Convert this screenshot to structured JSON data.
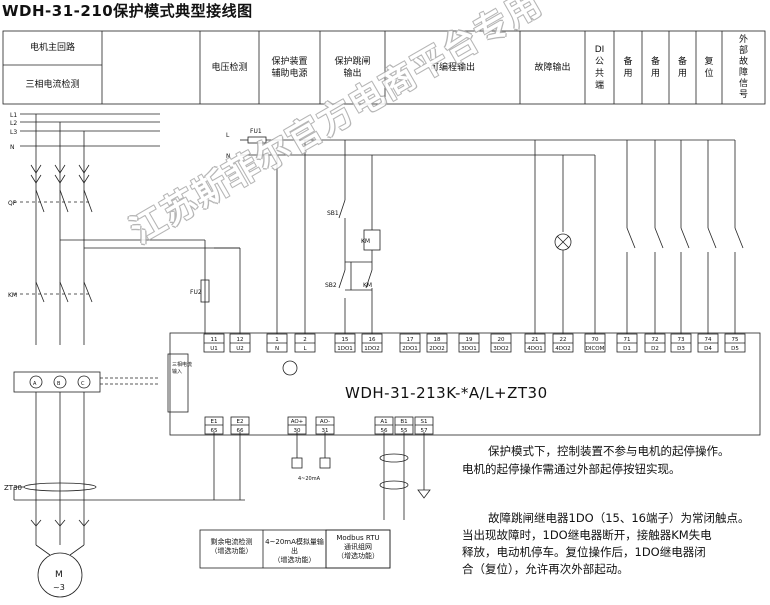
{
  "title": "WDH-31-210保护模式典型接线图",
  "header": {
    "main_circuit": "电机主回路",
    "current_detect": "三相电流检测",
    "voltage_detect": "电压检测",
    "aux_power": [
      "保护装置",
      "辅助电源"
    ],
    "trip_output": [
      "保护跳闸",
      "输出"
    ],
    "prog_output": "可编程输出",
    "fault_output": "故障输出",
    "di_common": [
      "DI",
      "公",
      "共",
      "端"
    ],
    "spare1": [
      "备",
      "用"
    ],
    "spare2": [
      "备",
      "用"
    ],
    "spare3": [
      "备",
      "用"
    ],
    "reset": [
      "复",
      "位"
    ],
    "ext_fault": [
      "外",
      "部",
      "故",
      "障",
      "信",
      "号"
    ]
  },
  "lines": [
    "L1",
    "L2",
    "L3",
    "N"
  ],
  "supply": {
    "L": "L",
    "N": "N",
    "fuse1": "FU1",
    "fuse2": "FU2"
  },
  "components": {
    "qf": "QF",
    "km": "KM",
    "sb1": "SB1",
    "sb2": "SB2",
    "km_coil": "KM",
    "km_contact": "KM",
    "zt30": "ZT30",
    "motor": [
      "M",
      "~3"
    ],
    "ct_phases": [
      "A",
      "B",
      "C"
    ]
  },
  "current_input_label": [
    "三相电流",
    "输入"
  ],
  "terminals_top": [
    {
      "num": "11",
      "name": "U1"
    },
    {
      "num": "12",
      "name": "U2"
    },
    {
      "num": "1",
      "name": "N"
    },
    {
      "num": "2",
      "name": "L"
    },
    {
      "num": "15",
      "name": "1DO1"
    },
    {
      "num": "16",
      "name": "1DO2"
    },
    {
      "num": "17",
      "name": "2DO1"
    },
    {
      "num": "18",
      "name": "2DO2"
    },
    {
      "num": "19",
      "name": "3DO1"
    },
    {
      "num": "20",
      "name": "3DO2"
    },
    {
      "num": "21",
      "name": "4DO1"
    },
    {
      "num": "22",
      "name": "4DO2"
    },
    {
      "num": "70",
      "name": "DICOM"
    },
    {
      "num": "71",
      "name": "D1"
    },
    {
      "num": "72",
      "name": "D2"
    },
    {
      "num": "73",
      "name": "D3"
    },
    {
      "num": "74",
      "name": "D4"
    },
    {
      "num": "75",
      "name": "D5"
    }
  ],
  "terminals_bottom": [
    {
      "num": "E1",
      "name": "65"
    },
    {
      "num": "E2",
      "name": "66"
    },
    {
      "num": "AO+",
      "name": "30"
    },
    {
      "num": "AO-",
      "name": "31"
    },
    {
      "num": "A1",
      "name": "56"
    },
    {
      "num": "B1",
      "name": "55"
    },
    {
      "num": "S1",
      "name": "57"
    }
  ],
  "ao_range": "4~20mA",
  "model": "WDH-31-213K-*A/L+ZT30",
  "bottom_boxes": [
    [
      "剩余电流检测",
      "（增选功能）"
    ],
    [
      "4~20mA模拟量输出",
      "（增选功能）"
    ],
    [
      "Modbus  RTU",
      "通讯组网",
      "（增选功能）"
    ]
  ],
  "notes": {
    "p1": [
      "保护模式下，控制装置不参与电机的起停操作。",
      "电机的起停操作需通过外部起停按钮实现。"
    ],
    "p2": [
      "故障跳闸继电器1DO（15、16端子）为常闭触点。",
      "当出现故障时，1DO继电器断开，接触器KM失电",
      "释放，电动机停车。复位操作后，1DO继电器闭",
      "合（复位），允许再次外部起动。"
    ]
  },
  "watermark": "江苏斯菲尔官方电商平台专用"
}
